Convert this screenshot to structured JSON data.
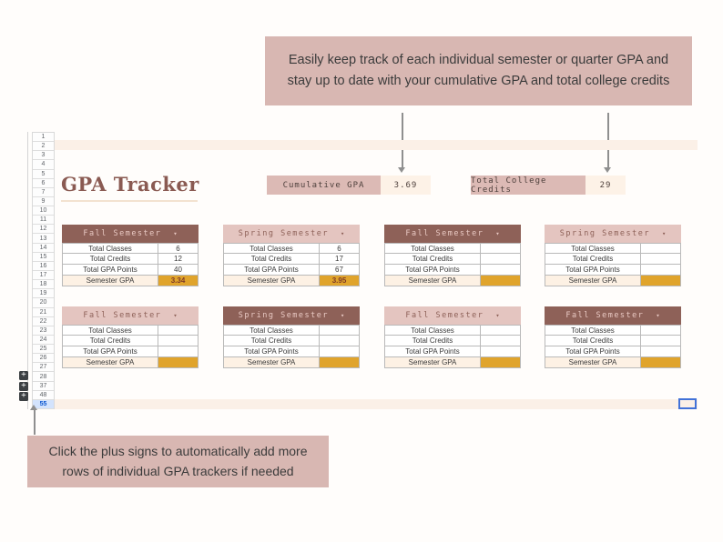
{
  "annotations": {
    "top": {
      "line1": "Easily keep track of each individual semester or quarter GPA and",
      "line2": "stay up to date with your cumulative GPA and total college credits"
    },
    "bottom": {
      "line1": "Click the plus signs to automatically add more",
      "line2": "rows of individual GPA trackers if needed"
    }
  },
  "sheet": {
    "title": "GPA Tracker",
    "row_numbers": [
      "1",
      "2",
      "3",
      "4",
      "5",
      "6",
      "7",
      "9",
      "10",
      "11",
      "12",
      "13",
      "14",
      "15",
      "16",
      "17",
      "18",
      "19",
      "20",
      "21",
      "22",
      "23",
      "24",
      "25",
      "26",
      "27",
      "28",
      "37",
      "48",
      "55"
    ],
    "selected_row": "55",
    "plus_button_count": 3,
    "summary": {
      "gpa_label": "Cumulative GPA",
      "gpa_value": "3.69",
      "credits_label": "Total College Credits",
      "credits_value": "29"
    },
    "row_labels": [
      "Total Classes",
      "Total Credits",
      "Total GPA Points",
      "Semester GPA"
    ],
    "tables": [
      {
        "header": "Fall Semester",
        "style": "dark",
        "values": [
          "6",
          "12",
          "40",
          "3.34"
        ]
      },
      {
        "header": "Spring Semester",
        "style": "light",
        "values": [
          "6",
          "17",
          "67",
          "3.95"
        ]
      },
      {
        "header": "Fall Semester",
        "style": "dark",
        "values": [
          "",
          "",
          "",
          ""
        ]
      },
      {
        "header": "Spring Semester",
        "style": "light",
        "values": [
          "",
          "",
          "",
          ""
        ]
      },
      {
        "header": "Fall Semester",
        "style": "light",
        "values": [
          "",
          "",
          "",
          ""
        ]
      },
      {
        "header": "Spring Semester",
        "style": "dark",
        "values": [
          "",
          "",
          "",
          ""
        ]
      },
      {
        "header": "Fall Semester",
        "style": "light",
        "values": [
          "",
          "",
          "",
          ""
        ]
      },
      {
        "header": "Fall Semester",
        "style": "dark",
        "values": [
          "",
          "",
          "",
          ""
        ]
      }
    ]
  },
  "icons": {
    "caret_down": "▾",
    "plus": "+"
  },
  "colors": {
    "callout_pink": "#d8b7b2",
    "header_dark": "#8e6158",
    "header_light": "#e4c5c0",
    "gold": "#e0a42c",
    "cream_value": "#fdf2e7",
    "row_band": "#fbf0e7",
    "title_brown": "#8a5a52",
    "selection_blue": "#0b57d0"
  }
}
